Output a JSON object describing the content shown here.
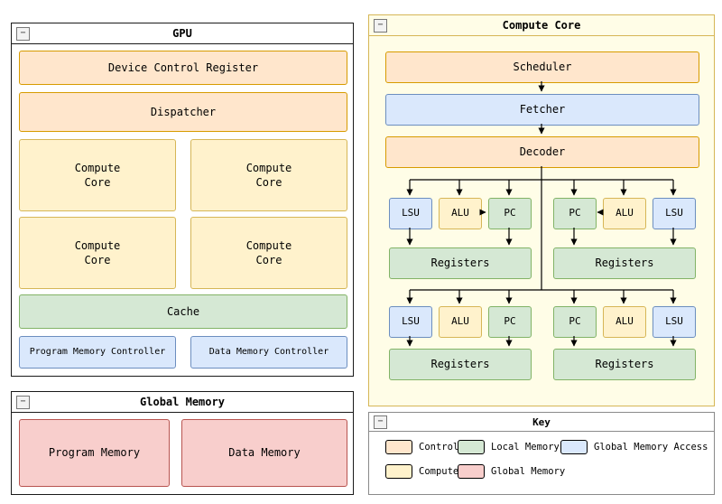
{
  "window": {
    "collapse_glyph": "−"
  },
  "colors": {
    "control_fill": "#FFE6CC",
    "control_stroke": "#D79B00",
    "compute_fill": "#FFF2CC",
    "compute_stroke": "#D6B656",
    "local_memory_fill": "#D5E8D4",
    "local_memory_stroke": "#82B366",
    "global_memory_access_fill": "#DAE8FC",
    "global_memory_access_stroke": "#6C8EBF",
    "global_memory_fill": "#F8CECC",
    "global_memory_stroke": "#B85450",
    "compute_core_panel_fill": "#FFFDE7",
    "compute_core_panel_stroke": "#D6B656"
  },
  "gpu_panel": {
    "title": "GPU",
    "device_control_register": "Device Control Register",
    "dispatcher": "Dispatcher",
    "compute_core": "Compute\nCore",
    "cache": "Cache",
    "program_memory_controller": "Program Memory Controller",
    "data_memory_controller": "Data Memory Controller"
  },
  "global_memory_panel": {
    "title": "Global Memory",
    "program_memory": "Program Memory",
    "data_memory": "Data Memory"
  },
  "compute_core_panel": {
    "title": "Compute Core",
    "scheduler": "Scheduler",
    "fetcher": "Fetcher",
    "decoder": "Decoder",
    "lsu": "LSU",
    "alu": "ALU",
    "pc": "PC",
    "registers": "Registers"
  },
  "key_panel": {
    "title": "Key",
    "items": [
      {
        "label": "Control",
        "type": "control"
      },
      {
        "label": "Local Memory",
        "type": "local-memory"
      },
      {
        "label": "Global Memory Access",
        "type": "global-memory-access"
      },
      {
        "label": "Compute",
        "type": "compute"
      },
      {
        "label": "Global Memory",
        "type": "global-memory"
      }
    ]
  }
}
